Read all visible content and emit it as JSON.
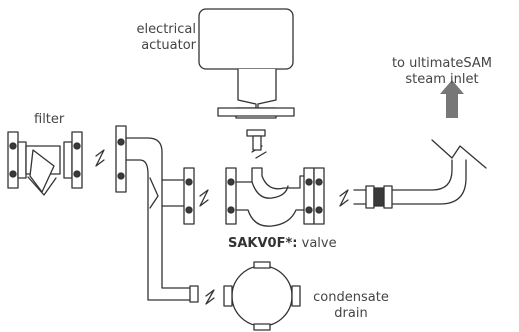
{
  "labels": {
    "actuator": [
      "electrical",
      "actuator"
    ],
    "steam_inlet": [
      "to ultimateSAM",
      "steam inlet"
    ],
    "filter": "filter",
    "valve_code": "SAKV0F*:",
    "valve_text": "valve",
    "condensate": [
      "condensate",
      "drain"
    ]
  },
  "colors": {
    "stroke": "#333333",
    "fill_light": "#ffffff",
    "fill_dark": "#3a3a3a",
    "arrow": "#777777",
    "text": "#444444"
  }
}
